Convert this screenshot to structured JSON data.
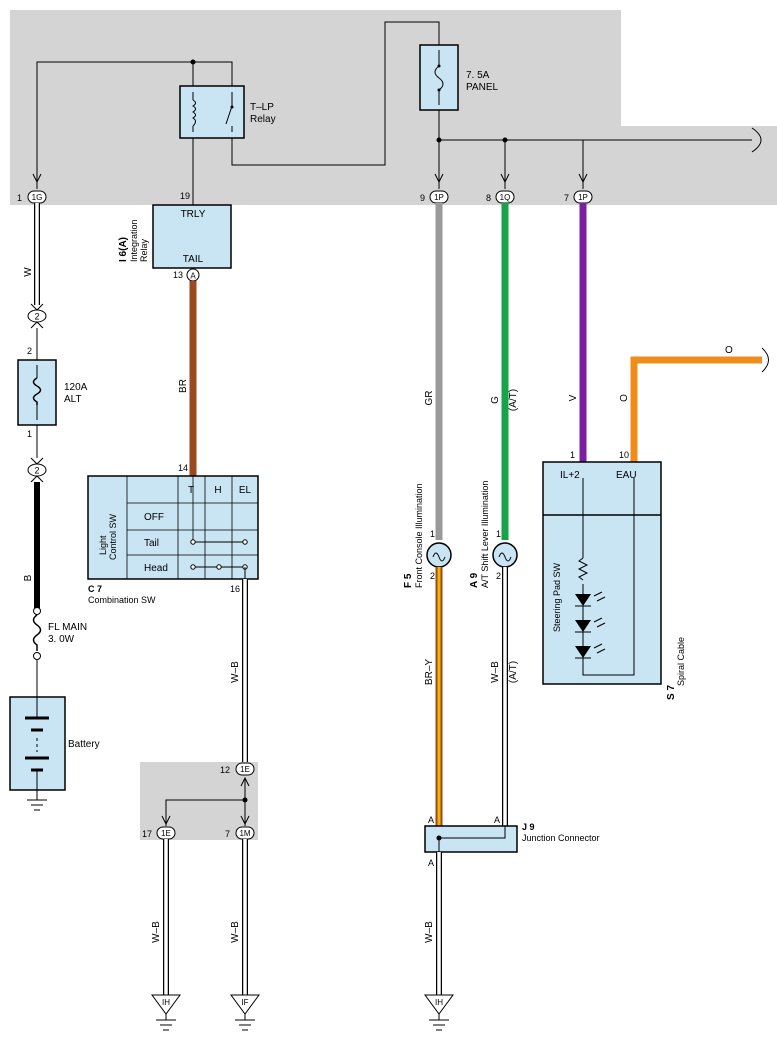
{
  "colors": {
    "panel_bg": "#d4d4d4",
    "component_fill": "#c9e4f2",
    "wire_w": "#ffffff",
    "wire_b": "#000000",
    "wire_br": "#9a4a1e",
    "wire_gr": "#9a9a9a",
    "wire_g": "#17a34a",
    "wire_v": "#7a1fa0",
    "wire_o": "#f08c1a",
    "wire_y": "#f2b400"
  },
  "relay": {
    "name": "T–LP",
    "sub": "Relay"
  },
  "fuse_panel": {
    "rating": "7. 5A",
    "name": "PANEL"
  },
  "fuse_alt": {
    "rating": "120A",
    "name": "ALT",
    "pin_top": "2",
    "pin_bottom": "1"
  },
  "fusible_link": {
    "name": "FL MAIN",
    "rating": "3. 0W"
  },
  "battery": {
    "label": "Battery"
  },
  "connectors": {
    "c1g": {
      "code": "1G",
      "pin": "1"
    },
    "c1p_gr": {
      "code": "1P",
      "pin": "9"
    },
    "c1q": {
      "code": "1Q",
      "pin": "8"
    },
    "c1p_v": {
      "code": "1P",
      "pin": "7"
    },
    "c1e_top": {
      "code": "1E",
      "pin": "12"
    },
    "c1e_left": {
      "code": "1E",
      "pin": "17"
    },
    "c1m": {
      "code": "1M",
      "pin": "7"
    },
    "splice2a": "2",
    "splice2b": "2"
  },
  "integration_relay": {
    "code": "I 6(A)",
    "name1": "Integration",
    "name2": "Relay",
    "top": "TRLY",
    "bottom": "TAIL",
    "pin_top": "19",
    "pin_bottom": "13",
    "conn": "A"
  },
  "combination_sw": {
    "code": "C 7",
    "name": "Combination SW",
    "inner1": "Light",
    "inner2": "Control SW",
    "cols": [
      "T",
      "H",
      "EL"
    ],
    "rows": [
      "OFF",
      "Tail",
      "Head"
    ],
    "pin_in": "14",
    "pin_out": "16"
  },
  "front_console": {
    "code": "F 5",
    "name": "Front Console Illumination",
    "pin1": "1",
    "pin2": "2"
  },
  "shift_lever": {
    "code": "A 9",
    "name": "A/T Shift Lever Illumination",
    "pin1": "1",
    "pin2": "2"
  },
  "steering_pad": {
    "code": "S 7",
    "name": "Spiral Cable",
    "inner": "Steering Pad SW",
    "pin_left_label": "IL+2",
    "pin_right_label": "EAU",
    "pin_left": "1",
    "pin_right": "10"
  },
  "junction": {
    "code": "J 9",
    "name": "Junction Connector",
    "pin": "A"
  },
  "wire_labels": {
    "w": "W",
    "b": "B",
    "br": "BR",
    "gr": "GR",
    "g": "G",
    "at1": "(A/T)",
    "v": "V",
    "o1": "O",
    "o2": "O",
    "wb1": "W–B",
    "bry": "BR–Y",
    "wb2": "W–B",
    "at2": "(A/T)",
    "wb3": "W–B",
    "wb4": "W–B",
    "wb5": "W–B"
  },
  "grounds": {
    "g1": "IH",
    "g2": "IF",
    "g3": "IH"
  }
}
